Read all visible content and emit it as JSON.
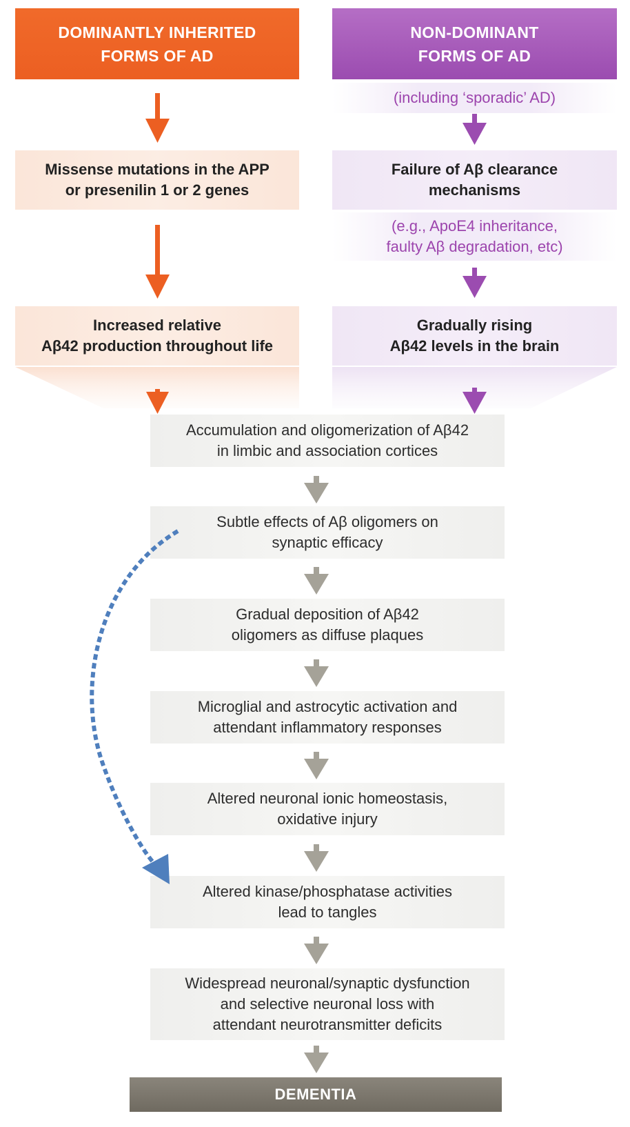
{
  "left_column": {
    "header": "DOMINANTLY INHERITED\nFORMS OF AD",
    "step1": "Missense mutations in the APP\nor presenilin 1 or 2 genes",
    "step2": "Increased relative\nAβ42 production throughout life"
  },
  "right_column": {
    "header": "NON-DOMINANT\nFORMS OF AD",
    "note1": "(including ‘sporadic’ AD)",
    "step1": "Failure of Aβ clearance\nmechanisms",
    "note2": "(e.g., ApoE4 inheritance,\nfaulty Aβ degradation, etc)",
    "step2": "Gradually rising\nAβ42 levels in the brain"
  },
  "cascade": [
    "Accumulation and oligomerization of Aβ42\nin limbic and association cortices",
    "Subtle effects of Aβ oligomers on\nsynaptic efficacy",
    "Gradual deposition of Aβ42\noligomers as diffuse plaques",
    "Microglial and astrocytic activation and\nattendant inflammatory responses",
    "Altered neuronal ionic homeostasis,\noxidative injury",
    "Altered kinase/phosphatase activities\nlead to tangles",
    "Widespread neuronal/synaptic dysfunction\nand selective neuronal loss with\nattendant neurotransmitter deficits"
  ],
  "outcome": "DEMENTIA",
  "colors": {
    "orange": "#ec5f22",
    "purple": "#9b4cb0",
    "grey_arrow": "#a5a298",
    "blue_dashed": "#4f7fbd",
    "dementia_bg": "#6f6a60"
  }
}
